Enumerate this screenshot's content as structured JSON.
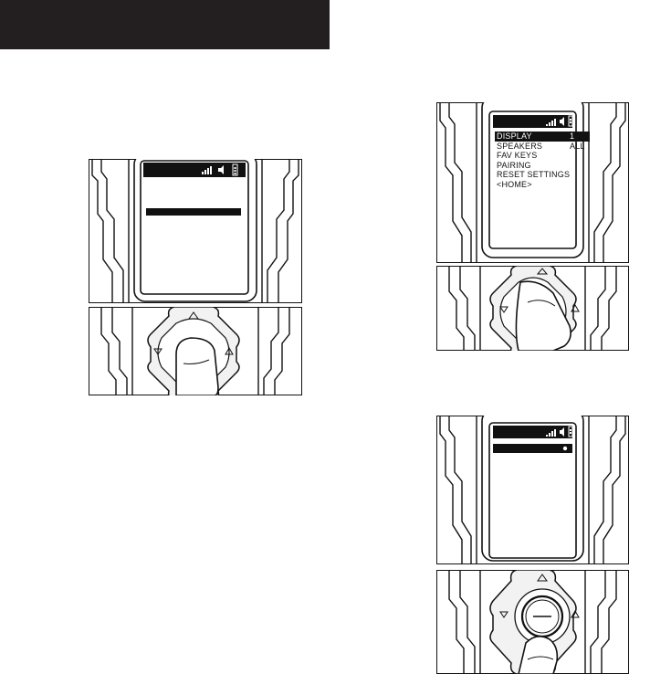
{
  "screen_menu": {
    "items": [
      {
        "label": "DISPLAY",
        "value": "1"
      },
      {
        "label": "SPEAKERS",
        "value": "ALL"
      },
      {
        "label": "FAV KEYS",
        "value": ""
      },
      {
        "label": "PAIRING",
        "value": ""
      },
      {
        "label": "RESET SETTINGS",
        "value": ""
      },
      {
        "label": "<HOME>",
        "value": ""
      }
    ],
    "selected_index": 0
  },
  "icons": [
    "signal-bars-icon",
    "speaker-icon",
    "battery-icon",
    "up-arrow-icon",
    "down-arrow-icon",
    "left-arrow-icon",
    "right-arrow-icon",
    "finger-icon",
    "select-button-icon",
    "dot-icon"
  ],
  "colors": {
    "dark_bar": "#231f20",
    "line": "#111111",
    "fill_grey": "#f2f2f2"
  }
}
